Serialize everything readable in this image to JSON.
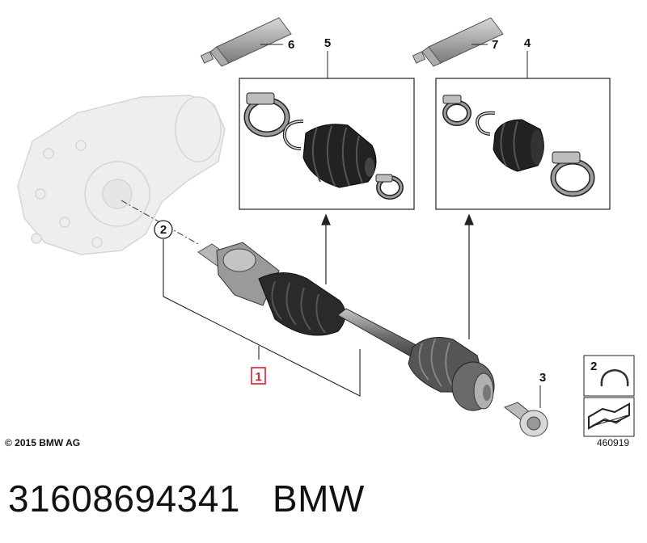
{
  "callouts": {
    "part_1": "1",
    "part_2": "2",
    "part_3": "3",
    "part_4": "4",
    "part_5": "5",
    "part_6": "6",
    "part_7": "7",
    "legend_2": "2"
  },
  "copyright": "© 2015 BMW AG",
  "image_number": "460919",
  "footer": {
    "part_number": "31608694341",
    "brand": "BMW"
  },
  "colors": {
    "highlight": "#e0202a",
    "part_dark": "#2a2a2a",
    "part_mid": "#8a8a8a",
    "ghost": "#e2e2e2"
  }
}
